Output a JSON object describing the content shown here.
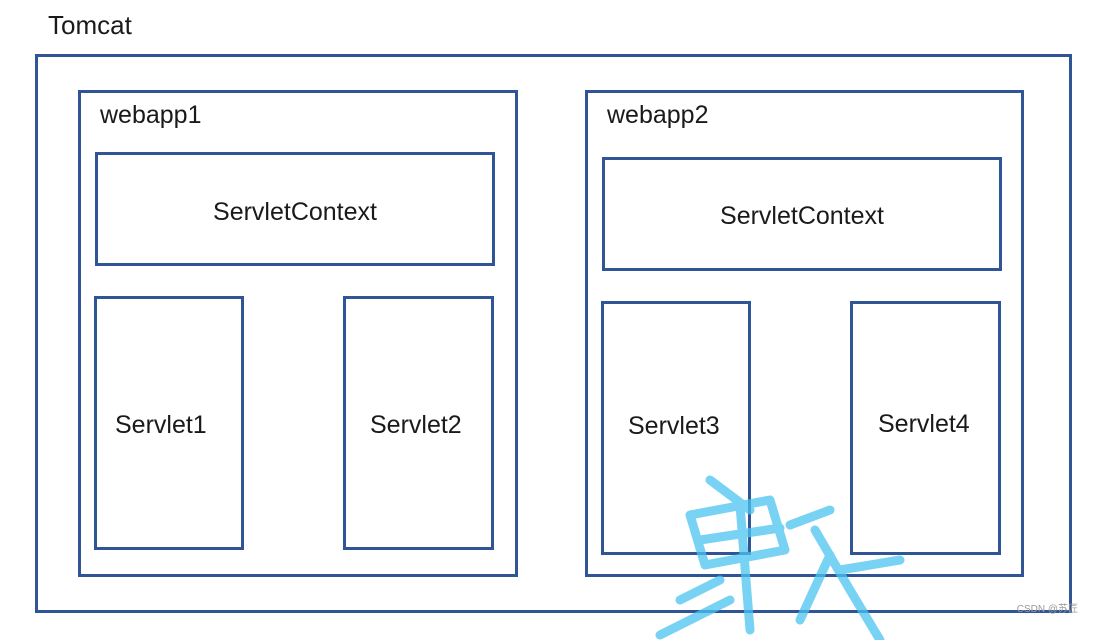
{
  "title": "Tomcat",
  "webapps": [
    {
      "name": "webapp1",
      "context": "ServletContext",
      "servlets": [
        "Servlet1",
        "Servlet2"
      ]
    },
    {
      "name": "webapp2",
      "context": "ServletContext",
      "servlets": [
        "Servlet3",
        "Servlet4"
      ]
    }
  ],
  "credit": "CSDN @苏匠",
  "colors": {
    "border": "#2f5597",
    "watermark": "#4cc3f0"
  }
}
